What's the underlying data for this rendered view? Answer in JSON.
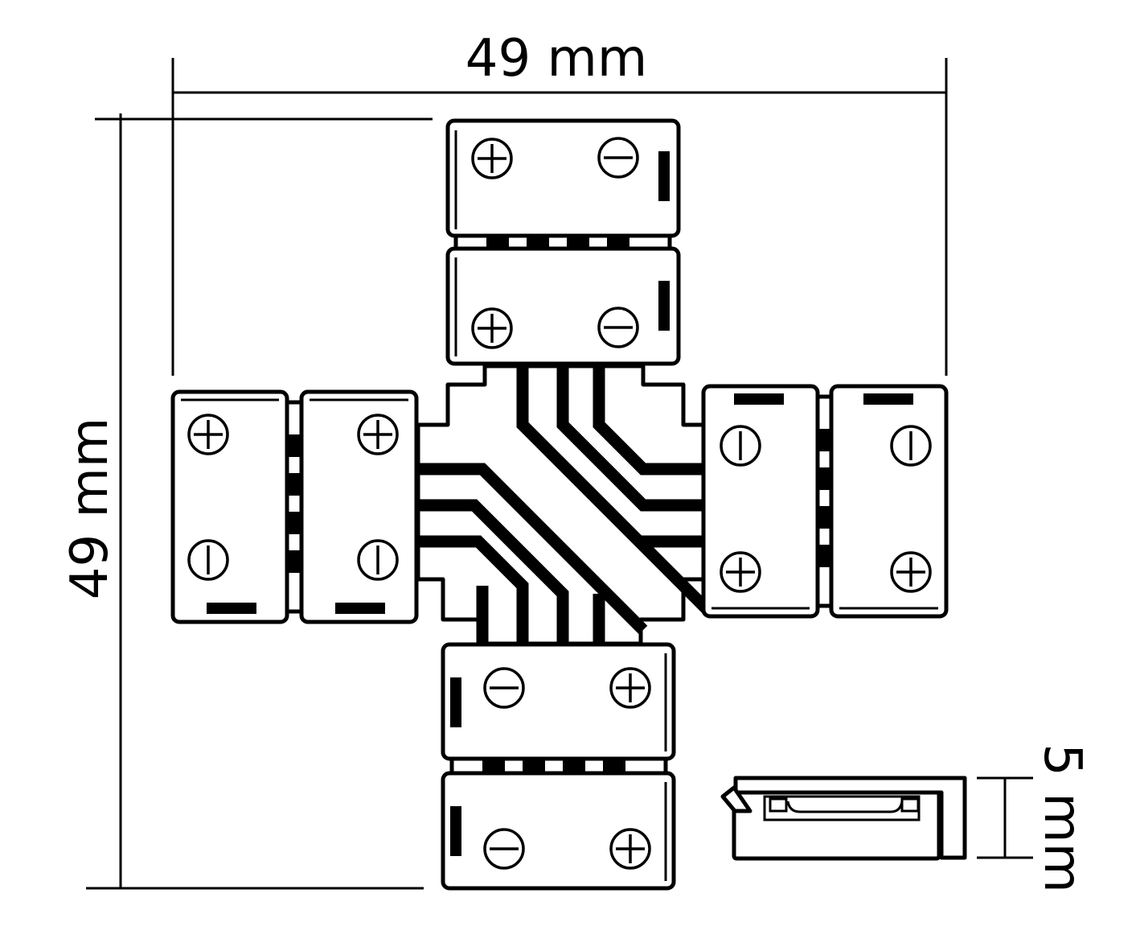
{
  "dimensions": {
    "width_label": "49 mm",
    "height_label": "49 mm",
    "depth_label": "5 mm"
  },
  "colors": {
    "line": "#000000",
    "background": "#ffffff"
  },
  "icons": [
    "plus-terminal-icon",
    "minus-terminal-icon"
  ]
}
